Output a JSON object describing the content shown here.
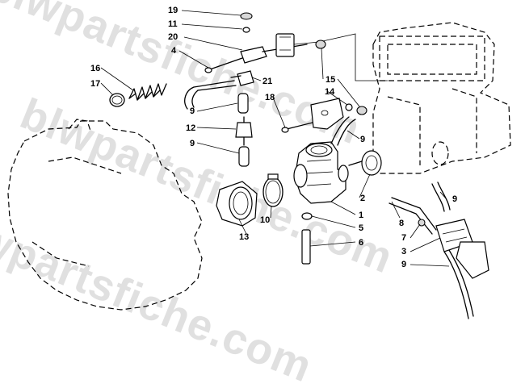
{
  "watermark": "blwpartsfiche.com",
  "callouts": {
    "c19": "19",
    "c11": "11",
    "c20": "20",
    "c4": "4",
    "c16": "16",
    "c17": "17",
    "c21": "21",
    "c9a": "9",
    "c12": "12",
    "c9b": "9",
    "c18": "18",
    "c15": "15",
    "c14": "14",
    "c9c": "9",
    "c2": "2",
    "c9d": "9",
    "c8": "8",
    "c7": "7",
    "c3": "3",
    "c9e": "9",
    "c1": "1",
    "c5": "5",
    "c6": "6",
    "c10": "10",
    "c13": "13"
  }
}
